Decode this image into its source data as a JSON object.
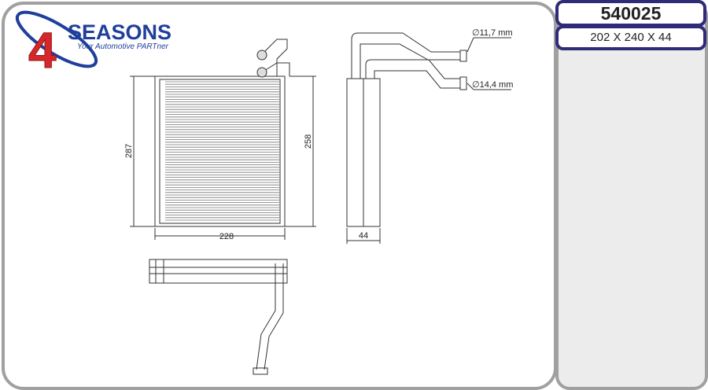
{
  "logo": {
    "brand": "SEASONS",
    "numeral": "4",
    "tagline": "Your Automotive PARTner"
  },
  "product": {
    "part_number": "540025",
    "dimensions": "202 X 240 X 44"
  },
  "drawing": {
    "height_overall": "287",
    "height_core": "258",
    "width": "228",
    "depth": "44",
    "pipe_diameter_1": "∅11,7 mm",
    "pipe_diameter_2": "∅14,4 mm"
  },
  "colors": {
    "logo_blue": "#1f3f9a",
    "logo_red": "#d8262b",
    "box_border": "#2f2b78"
  }
}
